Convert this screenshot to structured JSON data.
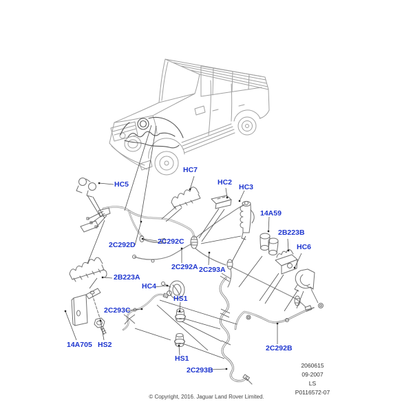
{
  "callouts": [
    {
      "code": "HC5"
    },
    {
      "code": "HC7"
    },
    {
      "code": "HC2"
    },
    {
      "code": "HC3"
    },
    {
      "code": "14A59"
    },
    {
      "code": "2B223B"
    },
    {
      "code": "HC6"
    },
    {
      "code": "2C292D"
    },
    {
      "code": "2C292C"
    },
    {
      "code": "2C292A"
    },
    {
      "code": "2C293A"
    },
    {
      "code": "2B223A"
    },
    {
      "code": "HC4"
    },
    {
      "code": "HS1"
    },
    {
      "code": "2C293C"
    },
    {
      "code": "14A705"
    },
    {
      "code": "HS2"
    },
    {
      "code": "HS1"
    },
    {
      "code": "2C293B"
    },
    {
      "code": "2C292B"
    }
  ],
  "plate": {
    "catalog_number": "2060615",
    "date": "09-2007",
    "code": "LS",
    "drawing_number": "P0116572-07"
  },
  "footer": {
    "copyright": "© Copyright, 2016. Jaguar Land Rover Limited."
  },
  "colors": {
    "callout_blue": "#1d35cf",
    "artwork_gray": "#a0a0a0",
    "part_gray": "#6f6f6f",
    "leader_gray": "#4d4d4d",
    "background": "#ffffff"
  }
}
